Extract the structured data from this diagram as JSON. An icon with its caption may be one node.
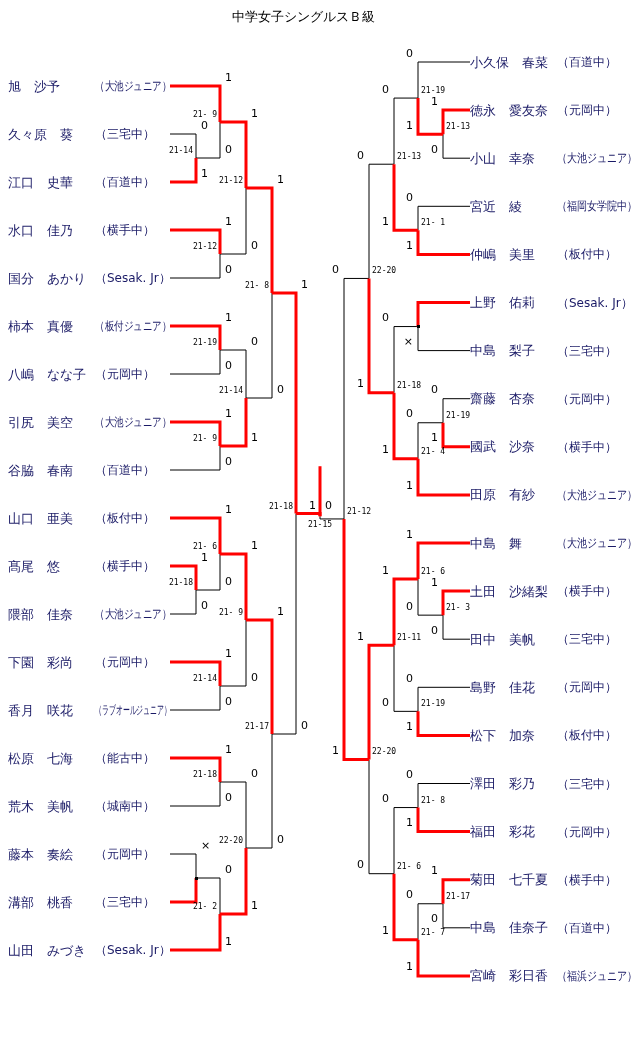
{
  "diagram": {
    "title": "中学女子シングルスＢ級",
    "nodes": [
      {
        "text": [
          "旭　沙予",
          "（大池ジュニア）"
        ]
      },
      {
        "text": [
          "久々原　葵",
          "（三宅中）"
        ]
      },
      {
        "text": [
          "江口　史華",
          "（百道中）"
        ]
      },
      {
        "text": [
          "水口　佳乃",
          "（横手中）"
        ]
      },
      {
        "text": [
          "国分　あかり",
          "（Sesak. Jr）"
        ]
      },
      {
        "text": [
          "柿本　真優",
          "（板付ジュニア）"
        ]
      },
      {
        "text": [
          "八嶋　なな子",
          "（元岡中）"
        ]
      },
      {
        "text": [
          "引尻　美空",
          "（大池ジュニア）"
        ]
      },
      {
        "text": [
          "谷脇　春南",
          "（百道中）"
        ]
      },
      {
        "text": [
          "山口　亜美",
          "（板付中）"
        ]
      },
      {
        "text": [
          "髙尾　悠",
          "（横手中）"
        ]
      },
      {
        "text": [
          "隈部　佳奈",
          "（大池ジュニア）"
        ]
      },
      {
        "text": [
          "下園　彩尚",
          "（元岡中）"
        ]
      },
      {
        "text": [
          "香月　咲花",
          "（ラブオールジュニア）"
        ]
      },
      {
        "text": [
          "松原　七海",
          "（能古中）"
        ]
      },
      {
        "text": [
          "荒木　美帆",
          "（城南中）"
        ]
      },
      {
        "text": [
          "藤本　奏絵",
          "（元岡中）"
        ]
      },
      {
        "text": [
          "溝部　桃香",
          "（三宅中）"
        ]
      },
      {
        "text": [
          "山田　みづき",
          "（Sesak. Jr）"
        ]
      },
      {
        "text": [
          "小久保　春菜",
          "（百道中）"
        ]
      },
      {
        "text": [
          "徳永　愛友奈",
          "（元岡中）"
        ]
      },
      {
        "text": [
          "小山　幸奈",
          "（大池ジュニア）"
        ]
      },
      {
        "text": [
          "宮近　綾",
          "（福岡女学院中）"
        ]
      },
      {
        "text": [
          "仲嶋　美里",
          "（板付中）"
        ]
      },
      {
        "text": [
          "上野　佑莉",
          "（Sesak. Jr）"
        ]
      },
      {
        "text": [
          "中島　梨子",
          "（三宅中）"
        ]
      },
      {
        "text": [
          "齋藤　杏奈",
          "（元岡中）"
        ]
      },
      {
        "text": [
          "國武　沙奈",
          "（横手中）"
        ]
      },
      {
        "text": [
          "田原　有紗",
          "（大池ジュニア）"
        ]
      },
      {
        "text": [
          "中島　舞",
          "（大池ジュニア）"
        ]
      },
      {
        "text": [
          "土田　沙緒梨",
          "（横手中）"
        ]
      },
      {
        "text": [
          "田中　美帆",
          "（三宅中）"
        ]
      },
      {
        "text": [
          "島野　佳花",
          "（元岡中）"
        ]
      },
      {
        "text": [
          "松下　加奈",
          "（板付中）"
        ]
      },
      {
        "text": [
          "澤田　彩乃",
          "（三宅中）"
        ]
      },
      {
        "text": [
          "福田　彩花",
          "（元岡中）"
        ]
      },
      {
        "text": [
          "菊田　七千夏",
          "（横手中）"
        ]
      },
      {
        "text": [
          "中島　佳奈子",
          "（百道中）"
        ]
      },
      {
        "text": [
          "宮崎　彩日香",
          "（福浜ジュニア）"
        ]
      },
      {
        "text": [
          "21-14"
        ]
      },
      {
        "text": [
          "21- 9"
        ]
      },
      {
        "text": [
          "21-12"
        ]
      },
      {
        "text": [
          "21-12"
        ]
      },
      {
        "text": [
          "21-19"
        ]
      },
      {
        "text": [
          "21- 9"
        ]
      },
      {
        "text": [
          "21-14"
        ]
      },
      {
        "text": [
          "21- 8"
        ]
      },
      {
        "text": [
          "21-18"
        ]
      },
      {
        "text": [
          "21- 6"
        ]
      },
      {
        "text": [
          "21-14"
        ]
      },
      {
        "text": [
          "21- 9"
        ]
      },
      {
        "text": [
          "21-18"
        ]
      },
      {
        "text": [],
        "shape": "junction"
      },
      {
        "text": [
          "21- 2"
        ]
      },
      {
        "text": [
          "22-20"
        ]
      },
      {
        "text": [
          "21-17"
        ]
      },
      {
        "text": [
          "21-18"
        ]
      },
      {
        "text": [
          "21-13"
        ]
      },
      {
        "text": [
          "21-19"
        ]
      },
      {
        "text": [
          "21- 1"
        ]
      },
      {
        "text": [
          "21-13"
        ]
      },
      {
        "text": [],
        "shape": "junction"
      },
      {
        "text": [
          "21-19"
        ]
      },
      {
        "text": [
          "21- 4"
        ]
      },
      {
        "text": [
          "21-18"
        ]
      },
      {
        "text": [
          "22-20"
        ]
      },
      {
        "text": [
          "21- 3"
        ]
      },
      {
        "text": [
          "21- 6"
        ]
      },
      {
        "text": [
          "21-19"
        ]
      },
      {
        "text": [
          "21-11"
        ]
      },
      {
        "text": [
          "21- 8"
        ]
      },
      {
        "text": [
          "21-17"
        ]
      },
      {
        "text": [
          "21- 7"
        ]
      },
      {
        "text": [
          "21- 6"
        ]
      },
      {
        "text": [
          "22-20"
        ]
      },
      {
        "text": [
          "21-12"
        ]
      },
      {
        "text": [
          "21-15"
        ]
      }
    ],
    "edges": [
      {
        "from": 1,
        "to": 39,
        "arrow": "none",
        "label": "0"
      },
      {
        "from": 2,
        "to": 39,
        "arrow": "none",
        "label": "1",
        "style": "thick",
        "color": "#ff0000"
      },
      {
        "from": 0,
        "to": 40,
        "arrow": "none",
        "label": "1",
        "style": "thick",
        "color": "#ff0000"
      },
      {
        "from": 39,
        "to": 40,
        "arrow": "none",
        "label": "0"
      },
      {
        "from": 3,
        "to": 41,
        "arrow": "none",
        "label": "1",
        "style": "thick",
        "color": "#ff0000"
      },
      {
        "from": 4,
        "to": 41,
        "arrow": "none",
        "label": "0"
      },
      {
        "from": 40,
        "to": 42,
        "arrow": "none",
        "label": "1",
        "style": "thick",
        "color": "#ff0000"
      },
      {
        "from": 41,
        "to": 42,
        "arrow": "none",
        "label": "0"
      },
      {
        "from": 5,
        "to": 43,
        "arrow": "none",
        "label": "1",
        "style": "thick",
        "color": "#ff0000"
      },
      {
        "from": 6,
        "to": 43,
        "arrow": "none",
        "label": "0"
      },
      {
        "from": 7,
        "to": 44,
        "arrow": "none",
        "label": "1",
        "style": "thick",
        "color": "#ff0000"
      },
      {
        "from": 8,
        "to": 44,
        "arrow": "none",
        "label": "0"
      },
      {
        "from": 43,
        "to": 45,
        "arrow": "none",
        "label": "0"
      },
      {
        "from": 44,
        "to": 45,
        "arrow": "none",
        "label": "1",
        "style": "thick",
        "color": "#ff0000"
      },
      {
        "from": 42,
        "to": 46,
        "arrow": "none",
        "label": "1",
        "style": "thick",
        "color": "#ff0000"
      },
      {
        "from": 45,
        "to": 46,
        "arrow": "none",
        "label": "0"
      },
      {
        "from": 10,
        "to": 47,
        "arrow": "none",
        "label": "1",
        "style": "thick",
        "color": "#ff0000"
      },
      {
        "from": 11,
        "to": 47,
        "arrow": "none",
        "label": "0"
      },
      {
        "from": 9,
        "to": 48,
        "arrow": "none",
        "label": "1",
        "style": "thick",
        "color": "#ff0000"
      },
      {
        "from": 47,
        "to": 48,
        "arrow": "none",
        "label": "0"
      },
      {
        "from": 12,
        "to": 49,
        "arrow": "none",
        "label": "1",
        "style": "thick",
        "color": "#ff0000"
      },
      {
        "from": 13,
        "to": 49,
        "arrow": "none",
        "label": "0"
      },
      {
        "from": 48,
        "to": 50,
        "arrow": "none",
        "label": "1",
        "style": "thick",
        "color": "#ff0000"
      },
      {
        "from": 49,
        "to": 50,
        "arrow": "none",
        "label": "0"
      },
      {
        "from": 14,
        "to": 51,
        "arrow": "none",
        "label": "1",
        "style": "thick",
        "color": "#ff0000"
      },
      {
        "from": 15,
        "to": 51,
        "arrow": "none",
        "label": "0"
      },
      {
        "from": 16,
        "to": 52,
        "arrow": "none",
        "label": "×"
      },
      {
        "from": 17,
        "to": 52,
        "arrow": "none",
        "style": "thick",
        "color": "#ff0000"
      },
      {
        "from": 52,
        "to": 53,
        "arrow": "none",
        "label": "0"
      },
      {
        "from": 18,
        "to": 53,
        "arrow": "none",
        "label": "1",
        "style": "thick",
        "color": "#ff0000"
      },
      {
        "from": 51,
        "to": 54,
        "arrow": "none",
        "label": "0"
      },
      {
        "from": 53,
        "to": 54,
        "arrow": "none",
        "label": "1",
        "style": "thick",
        "color": "#ff0000"
      },
      {
        "from": 50,
        "to": 55,
        "arrow": "none",
        "label": "1",
        "style": "thick",
        "color": "#ff0000"
      },
      {
        "from": 54,
        "to": 55,
        "arrow": "none",
        "label": "0"
      },
      {
        "from": 46,
        "to": 56,
        "arrow": "none",
        "label": "1",
        "style": "thick",
        "color": "#ff0000"
      },
      {
        "from": 55,
        "to": 56,
        "arrow": "none",
        "label": "0"
      },
      {
        "from": 20,
        "to": 57,
        "arrow": "none",
        "label": "1",
        "style": "thick",
        "color": "#ff0000"
      },
      {
        "from": 21,
        "to": 57,
        "arrow": "none",
        "label": "0"
      },
      {
        "from": 19,
        "to": 58,
        "arrow": "none",
        "label": "0"
      },
      {
        "from": 57,
        "to": 58,
        "arrow": "none",
        "label": "1",
        "style": "thick",
        "color": "#ff0000"
      },
      {
        "from": 22,
        "to": 59,
        "arrow": "none",
        "label": "0"
      },
      {
        "from": 23,
        "to": 59,
        "arrow": "none",
        "label": "1",
        "style": "thick",
        "color": "#ff0000"
      },
      {
        "from": 58,
        "to": 60,
        "arrow": "none",
        "label": "0"
      },
      {
        "from": 59,
        "to": 60,
        "arrow": "none",
        "label": "1",
        "style": "thick",
        "color": "#ff0000"
      },
      {
        "from": 24,
        "to": 61,
        "arrow": "none",
        "style": "thick",
        "color": "#ff0000"
      },
      {
        "from": 25,
        "to": 61,
        "arrow": "none",
        "label": "×"
      },
      {
        "from": 26,
        "to": 62,
        "arrow": "none",
        "label": "0"
      },
      {
        "from": 27,
        "to": 62,
        "arrow": "none",
        "label": "1",
        "style": "thick",
        "color": "#ff0000"
      },
      {
        "from": 62,
        "to": 63,
        "arrow": "none",
        "label": "0"
      },
      {
        "from": 28,
        "to": 63,
        "arrow": "none",
        "label": "1",
        "style": "thick",
        "color": "#ff0000"
      },
      {
        "from": 61,
        "to": 64,
        "arrow": "none",
        "label": "0"
      },
      {
        "from": 63,
        "to": 64,
        "arrow": "none",
        "label": "1",
        "style": "thick",
        "color": "#ff0000"
      },
      {
        "from": 60,
        "to": 65,
        "arrow": "none",
        "label": "0"
      },
      {
        "from": 64,
        "to": 65,
        "arrow": "none",
        "label": "1",
        "style": "thick",
        "color": "#ff0000"
      },
      {
        "from": 30,
        "to": 66,
        "arrow": "none",
        "label": "1",
        "style": "thick",
        "color": "#ff0000"
      },
      {
        "from": 31,
        "to": 66,
        "arrow": "none",
        "label": "0"
      },
      {
        "from": 29,
        "to": 67,
        "arrow": "none",
        "label": "1",
        "style": "thick",
        "color": "#ff0000"
      },
      {
        "from": 66,
        "to": 67,
        "arrow": "none",
        "label": "0"
      },
      {
        "from": 32,
        "to": 68,
        "arrow": "none",
        "label": "0"
      },
      {
        "from": 33,
        "to": 68,
        "arrow": "none",
        "label": "1",
        "style": "thick",
        "color": "#ff0000"
      },
      {
        "from": 67,
        "to": 69,
        "arrow": "none",
        "label": "1",
        "style": "thick",
        "color": "#ff0000"
      },
      {
        "from": 68,
        "to": 69,
        "arrow": "none",
        "label": "0"
      },
      {
        "from": 34,
        "to": 70,
        "arrow": "none",
        "label": "0"
      },
      {
        "from": 35,
        "to": 70,
        "arrow": "none",
        "label": "1",
        "style": "thick",
        "color": "#ff0000"
      },
      {
        "from": 36,
        "to": 71,
        "arrow": "none",
        "label": "1",
        "style": "thick",
        "color": "#ff0000"
      },
      {
        "from": 37,
        "to": 71,
        "arrow": "none",
        "label": "0"
      },
      {
        "from": 71,
        "to": 72,
        "arrow": "none",
        "label": "0"
      },
      {
        "from": 38,
        "to": 72,
        "arrow": "none",
        "label": "1",
        "style": "thick",
        "color": "#ff0000"
      },
      {
        "from": 70,
        "to": 73,
        "arrow": "none",
        "label": "0"
      },
      {
        "from": 72,
        "to": 73,
        "arrow": "none",
        "label": "1",
        "style": "thick",
        "color": "#ff0000"
      },
      {
        "from": 69,
        "to": 74,
        "arrow": "none",
        "label": "1",
        "style": "thick",
        "color": "#ff0000"
      },
      {
        "from": 73,
        "to": 74,
        "arrow": "none",
        "label": "0"
      },
      {
        "from": 65,
        "to": 75,
        "arrow": "none",
        "label": "0"
      },
      {
        "from": 74,
        "to": 75,
        "arrow": "none",
        "label": "1",
        "style": "thick",
        "color": "#ff0000"
      },
      {
        "from": 56,
        "to": 76,
        "arrow": "none",
        "label": "1",
        "style": "thick",
        "color": "#ff0000"
      },
      {
        "from": 75,
        "to": 76,
        "arrow": "none",
        "label": "0"
      }
    ]
  }
}
